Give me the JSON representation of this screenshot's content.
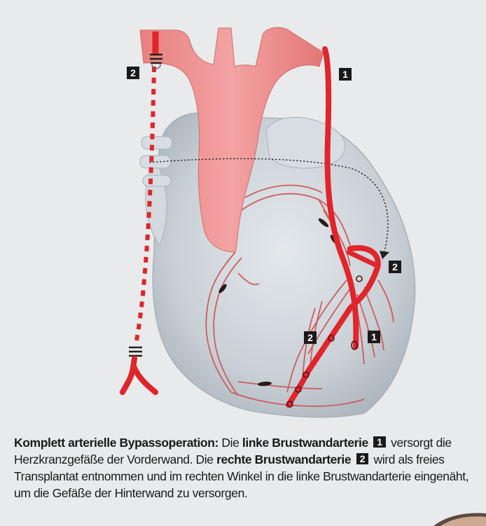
{
  "badges": {
    "b2_top": "2",
    "b1_top": "1",
    "b2_right": "2",
    "b2_mid": "2",
    "b1_mid": "1"
  },
  "caption": {
    "title": "Komplett arterielle Bypassoperation:",
    "t1": " Die ",
    "link": "linke Brustwandarterie",
    "badge1": "1",
    "t2": " versorgt die Herzkranzgefäße der Vorderwand. Die ",
    "rechts": "rechte Brustwandarterie",
    "badge2": "2",
    "t3": " wird als freies Transplantat entnommen und im rechten Winkel in die linke Brustwand­arterie eingenäht, um die Gefäße der Hinterwand zu versorgen."
  },
  "colors": {
    "background": "#e9eaeb",
    "artery_red": "#e0252b",
    "aorta_pink": "#ee9090",
    "heart_grey": "#cdd3d8",
    "badge_black": "#1a1a1a"
  }
}
